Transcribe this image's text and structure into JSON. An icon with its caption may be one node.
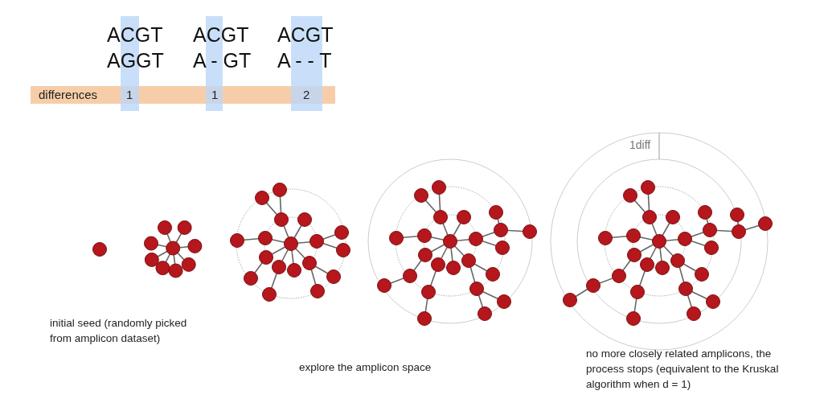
{
  "diagram": {
    "labels": [
      "ACGT",
      "ACGT",
      "ACGT",
      "AGGT",
      "A - GT",
      "A - - T",
      "differences",
      "1",
      "1",
      "2",
      "1diff",
      "initial seed (randomly picked from amplicon dataset)",
      "explore the amplicon space",
      "no more closely related amplicons, the process stops (equivalent to the Kruskal algorithm when d = 1)"
    ]
  }
}
